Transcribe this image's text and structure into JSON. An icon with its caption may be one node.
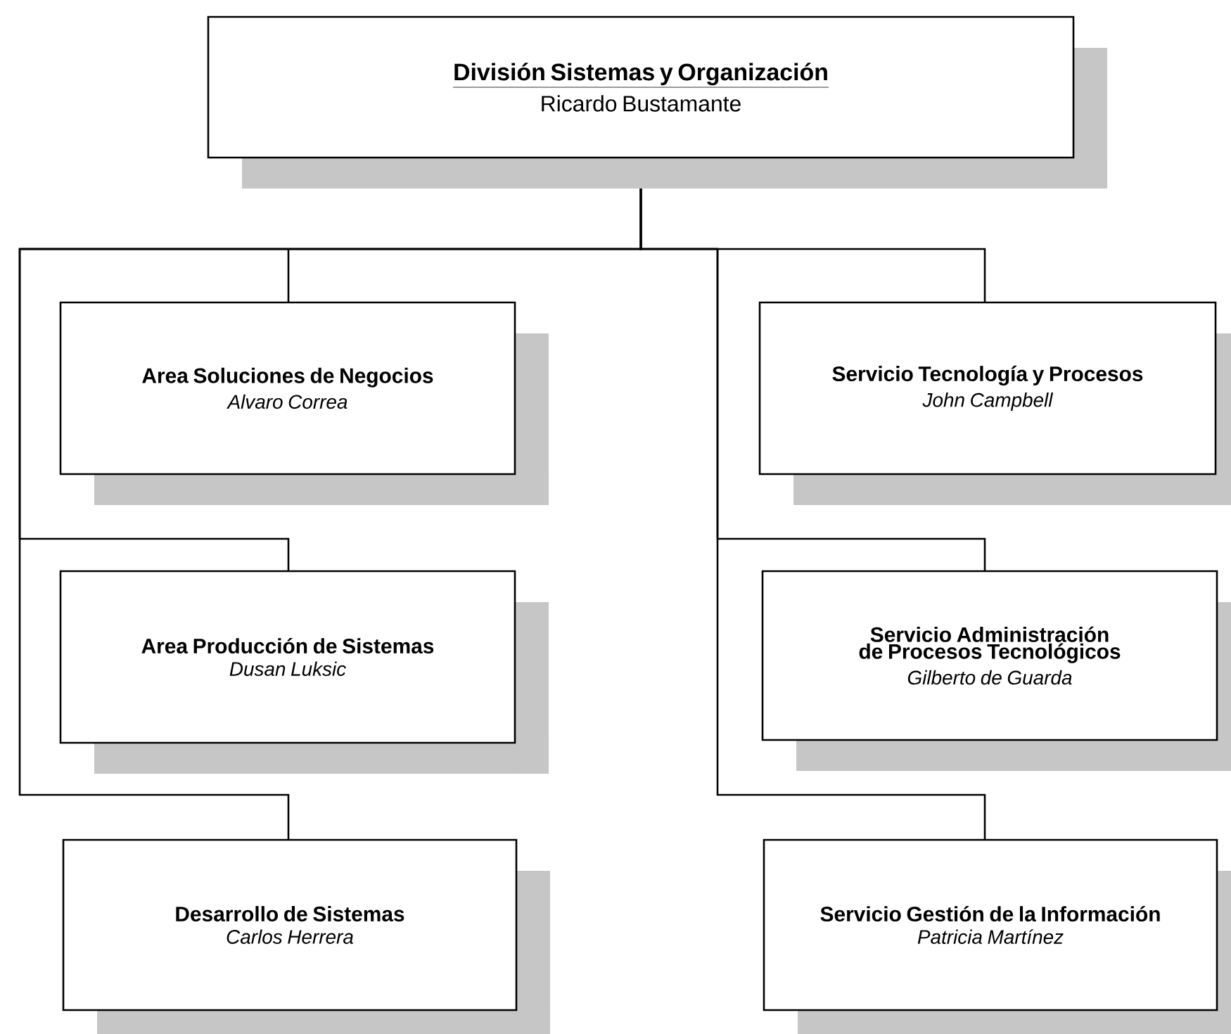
{
  "diagram": {
    "nodes": [
      {
        "text": [
          "División Sistemas y Organización",
          "Ricardo Bustamante"
        ]
      },
      {
        "text": [
          "Area Soluciones de Negocios",
          "Alvaro Correa"
        ]
      },
      {
        "text": [
          "Area Producción de Sistemas",
          "Dusan Luksic"
        ]
      },
      {
        "text": [
          "Desarrollo de Sistemas",
          "Carlos Herrera"
        ]
      },
      {
        "text": [
          "Servicio Tecnología y Procesos",
          "John Campbell"
        ]
      },
      {
        "text": [
          "Servicio Administración de Procesos Tecnológicos",
          "Gilberto de Guarda"
        ]
      },
      {
        "text": [
          "Servicio Gestión de la Información",
          "Patricia Martínez"
        ]
      }
    ],
    "edges": [
      {
        "from": 0,
        "to": 1,
        "arrow": "none"
      },
      {
        "from": 0,
        "to": 2,
        "arrow": "none"
      },
      {
        "from": 0,
        "to": 3,
        "arrow": "none"
      },
      {
        "from": 0,
        "to": 4,
        "arrow": "none"
      },
      {
        "from": 0,
        "to": 5,
        "arrow": "none"
      },
      {
        "from": 0,
        "to": 6,
        "arrow": "none"
      }
    ]
  }
}
